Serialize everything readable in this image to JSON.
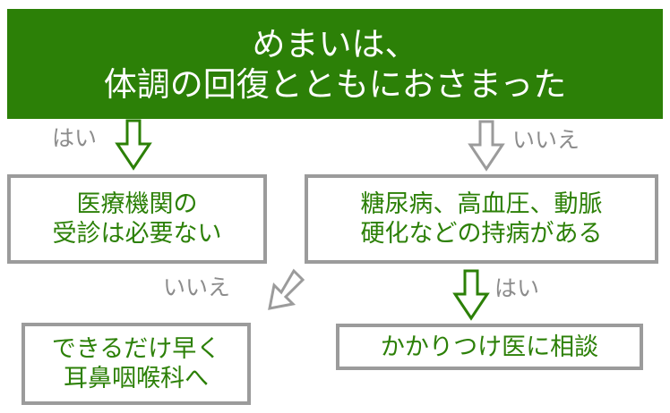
{
  "header": {
    "lines": [
      "めまいは、",
      "体調の回復とともにおさまった"
    ],
    "background_color": "#2c8007",
    "text_color": "#ffffff"
  },
  "nodes": {
    "no_visit": {
      "lines": [
        "医療機関の",
        "受診は必要ない"
      ]
    },
    "chronic": {
      "lines": [
        "糖尿病、高血圧、動脈",
        "硬化などの持病がある"
      ]
    },
    "ent": {
      "lines": [
        "できるだけ早く",
        "耳鼻咽喉科へ"
      ]
    },
    "family_doctor": {
      "lines": [
        "かかりつけ医に相談"
      ]
    },
    "border_color": "#9b9b9b",
    "text_color": "#2c8007"
  },
  "branches": {
    "yes_top": {
      "label": "はい",
      "arrow": "down-arrow-icon",
      "arrow_color": "#2c8007"
    },
    "no_top": {
      "label": "いいえ",
      "arrow": "down-arrow-icon",
      "arrow_color": "#9b9b9b"
    },
    "no_mid": {
      "label": "いいえ",
      "arrow": "down-left-arrow-icon",
      "arrow_color": "#9b9b9b"
    },
    "yes_mid": {
      "label": "はい",
      "arrow": "down-arrow-icon",
      "arrow_color": "#2c8007"
    },
    "label_color": "#8c8c8c"
  }
}
